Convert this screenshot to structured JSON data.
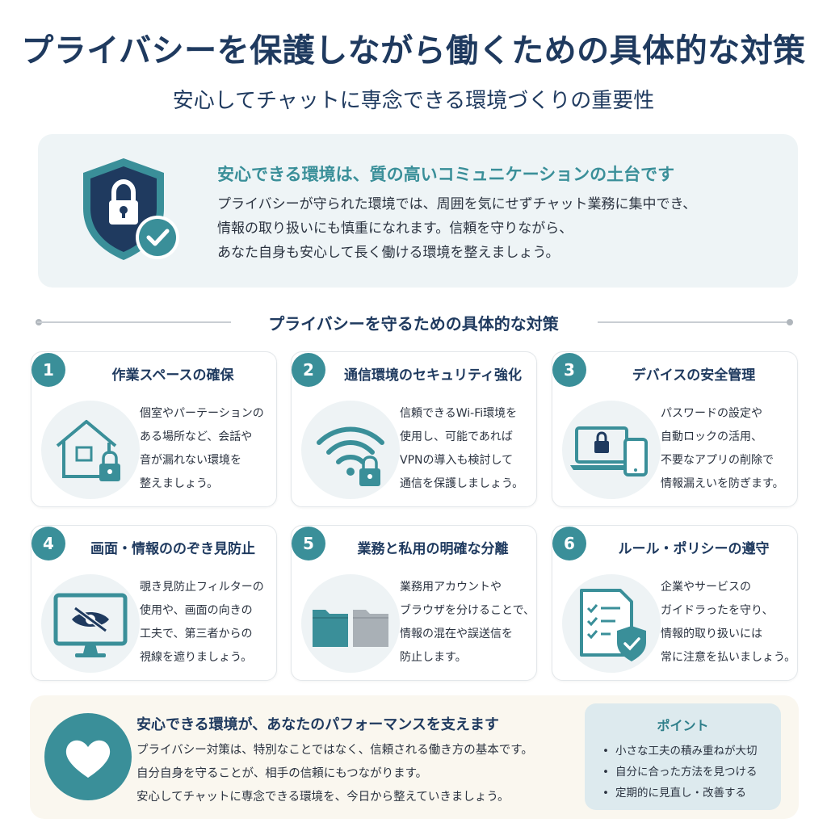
{
  "header": {
    "title": "プライバシーを保護しながら働くための具体的な対策",
    "subtitle": "安心してチャットに専念できる環境づくりの重要性"
  },
  "hero": {
    "heading": "安心できる環境は、質の高いコミュニケーションの土台です",
    "lines": [
      "プライバシーが守られた環境では、周囲を気にせずチャット業務に集中でき、",
      "情報の取り扱いにも慎重になれます。信頼を守りながら、",
      "あなた自身も安心して長く働ける環境を整えましょう。"
    ]
  },
  "section": {
    "title": "プライバシーを守るための具体的な対策"
  },
  "cards": [
    {
      "num": "1",
      "title": "作業スペースの確保",
      "icon": "house-lock-icon",
      "lines": [
        "個室やパーテーションの",
        "ある場所など、会話や",
        "音が漏れない環境を",
        "整えましょう。"
      ]
    },
    {
      "num": "2",
      "title": "通信環境のセキュリティ強化",
      "icon": "wifi-lock-icon",
      "lines": [
        "信頼できるWi-Fi環境を",
        "使用し、可能であれば",
        "VPNの導入も検討して",
        "通信を保護しましょう。"
      ]
    },
    {
      "num": "3",
      "title": "デバイスの安全管理",
      "icon": "devices-lock-icon",
      "lines": [
        "パスワードの設定や",
        "自動ロックの活用、",
        "不要なアプリの削除で",
        "情報漏えいを防ぎます。"
      ]
    },
    {
      "num": "4",
      "title": "画面・情報ののぞき見防止",
      "icon": "monitor-hidden-eye-icon",
      "lines": [
        "覗き見防止フィルターの",
        "使用や、画面の向きの",
        "工夫で、第三者からの",
        "視線を遮りましょう。"
      ]
    },
    {
      "num": "5",
      "title": "業務と私用の明確な分離",
      "icon": "folders-icon",
      "lines": [
        "業務用アカウントや",
        "ブラウザを分けることで、",
        "情報の混在や誤送信を",
        "防止します。"
      ]
    },
    {
      "num": "6",
      "title": "ルール・ポリシーの遵守",
      "icon": "checklist-shield-icon",
      "lines": [
        "企業やサービスの",
        "ガイドラったを守り、",
        "情報的取り扱いには",
        "常に注意を払いましょう。"
      ]
    }
  ],
  "bottom": {
    "heading": "安心できる環境が、あなたのパフォーマンスを支えます",
    "lines": [
      "プライバシー対策は、特別なことではなく、信頼される働き方の基本です。",
      "自分自身を守ることが、相手の信頼にもつながります。",
      "安心してチャットに専念できる環境を、今日から整えていきましょう。"
    ],
    "point": {
      "title": "ポイント",
      "items": [
        "小さな工夫の積み重ねが大切",
        "自分に合った方法を見つける",
        "定期的に見直し・改善する"
      ]
    }
  },
  "colors": {
    "teal": "#3a8f99",
    "navy": "#1f3a5f",
    "hero_bg": "#eef4f6",
    "bottom_bg": "#faf7ef",
    "point_bg": "#ddeaee"
  }
}
